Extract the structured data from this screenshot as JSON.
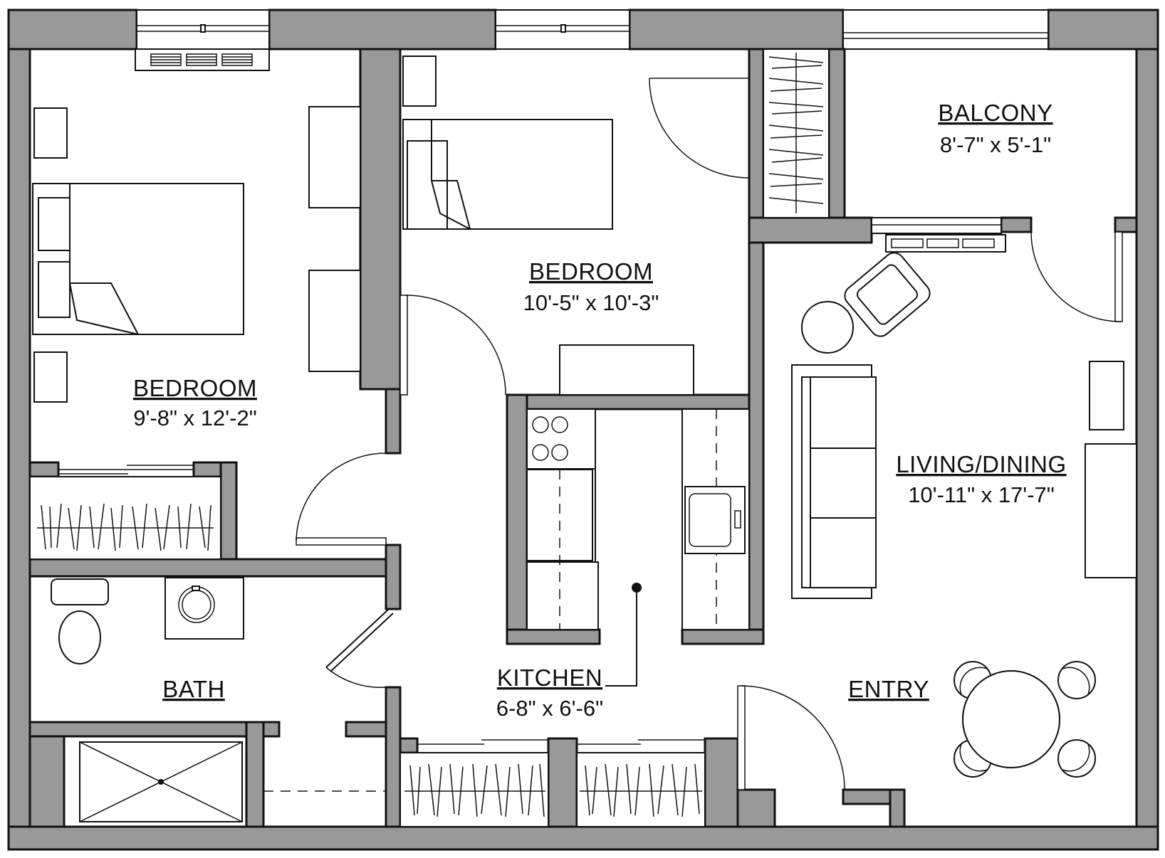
{
  "rooms": {
    "bedroom_left": {
      "name": "BEDROOM",
      "size": "9'-8\" x 12'-2\""
    },
    "bedroom_center": {
      "name": "BEDROOM",
      "size": "10'-5\" x 10'-3\""
    },
    "balcony": {
      "name": "BALCONY",
      "size": "8'-7\" x 5'-1\""
    },
    "living": {
      "name": "LIVING/DINING",
      "size": "10'-11\" x 17'-7\""
    },
    "kitchen": {
      "name": "KITCHEN",
      "size": "6-8\" x 6'-6\""
    },
    "bath": {
      "name": "BATH"
    },
    "entry": {
      "name": "ENTRY"
    }
  },
  "colors": {
    "wall_fill": "#999999",
    "line": "#111111",
    "background": "#ffffff"
  }
}
